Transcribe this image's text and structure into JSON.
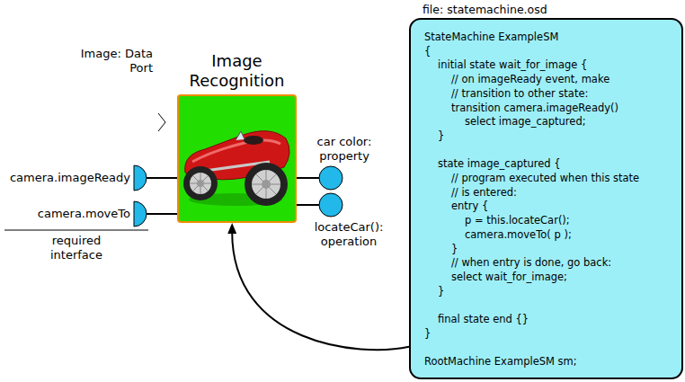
{
  "diagram": {
    "nodes": [
      {
        "text": [
          "Image Recognition"
        ]
      },
      {
        "text": [
          "file: statemachine.osd",
          "StateMachine ExampleSM",
          "{",
          "initial state wait_for_image {",
          "// on imageReady event, make",
          "// transition to other state:",
          "transition camera.imageReady()",
          "select image_captured;",
          "}",
          "state image_captured {",
          "// program executed when this state",
          "// is entered:",
          "entry {",
          "p = this.locateCar();",
          "camera.moveTo( p );",
          "}",
          "// when entry is done, go back:",
          "select wait_for_image;",
          "}",
          "final state end {}",
          "}",
          "RootMachine ExampleSM sm;"
        ]
      }
    ],
    "edges": [
      {
        "from": 1,
        "to": 0,
        "arrow": "to"
      }
    ],
    "labels": [
      "Image: Data Port",
      "camera.imageReady",
      "camera.moveTo",
      "required interface",
      "car color: property",
      "locateCar(): operation"
    ]
  }
}
